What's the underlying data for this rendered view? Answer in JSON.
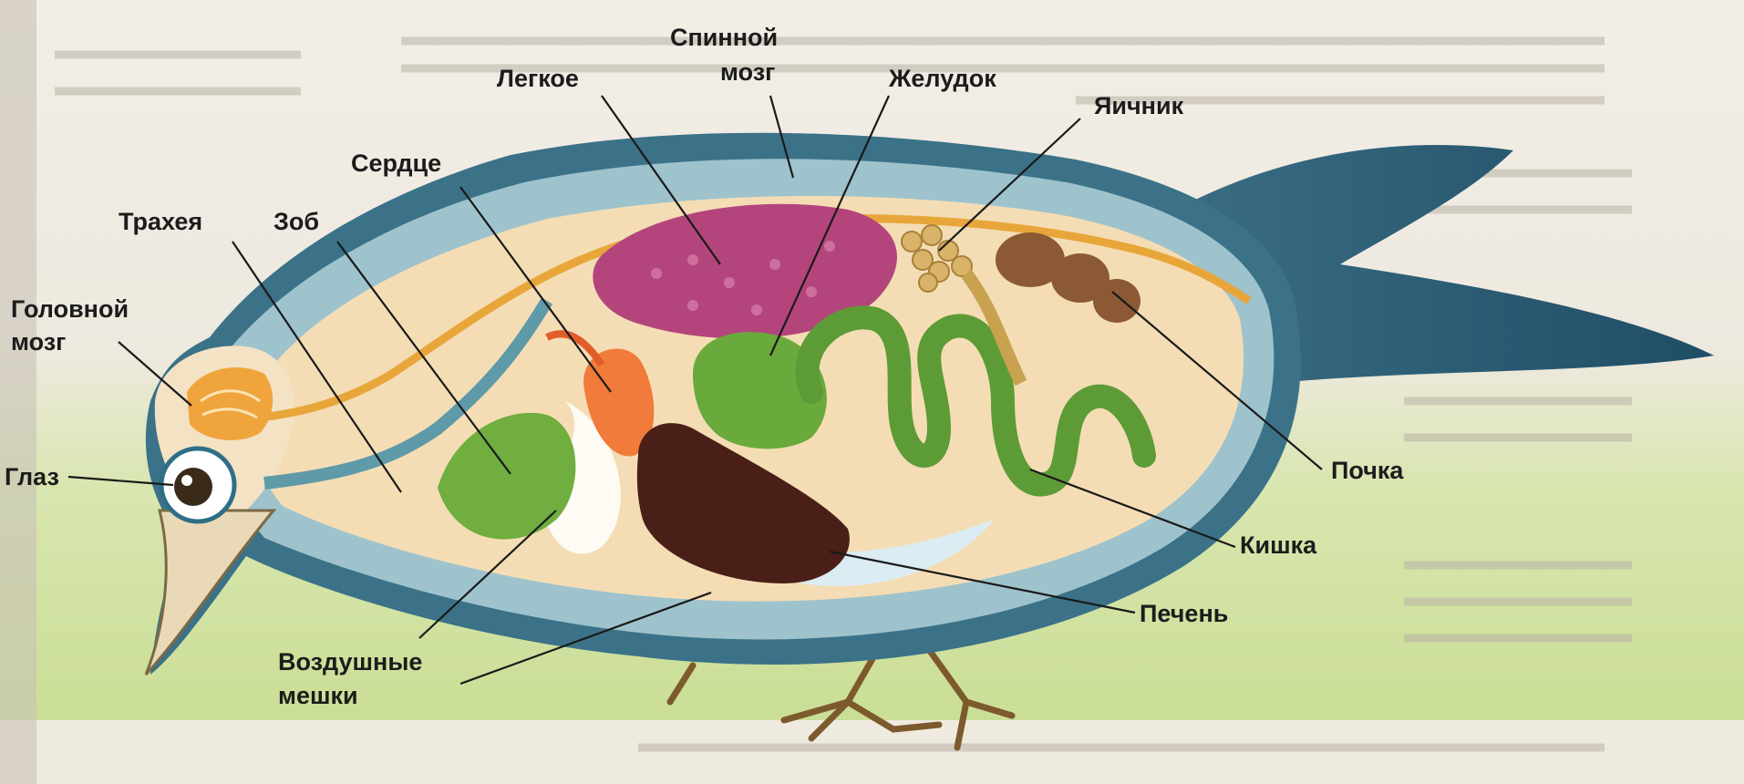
{
  "labels": {
    "brain": [
      "Головной",
      "мозг"
    ],
    "eye": "Глаз",
    "trachea": "Трахея",
    "crop": "Зоб",
    "heart": "Сердце",
    "lung": "Легкое",
    "spinal_cord": [
      "Спинной",
      "мозг"
    ],
    "stomach": "Желудок",
    "ovary": "Яичник",
    "kidney": "Почка",
    "intestine": "Кишка",
    "liver": "Печень",
    "air_sacs": [
      "Воздушные",
      "мешки"
    ]
  }
}
